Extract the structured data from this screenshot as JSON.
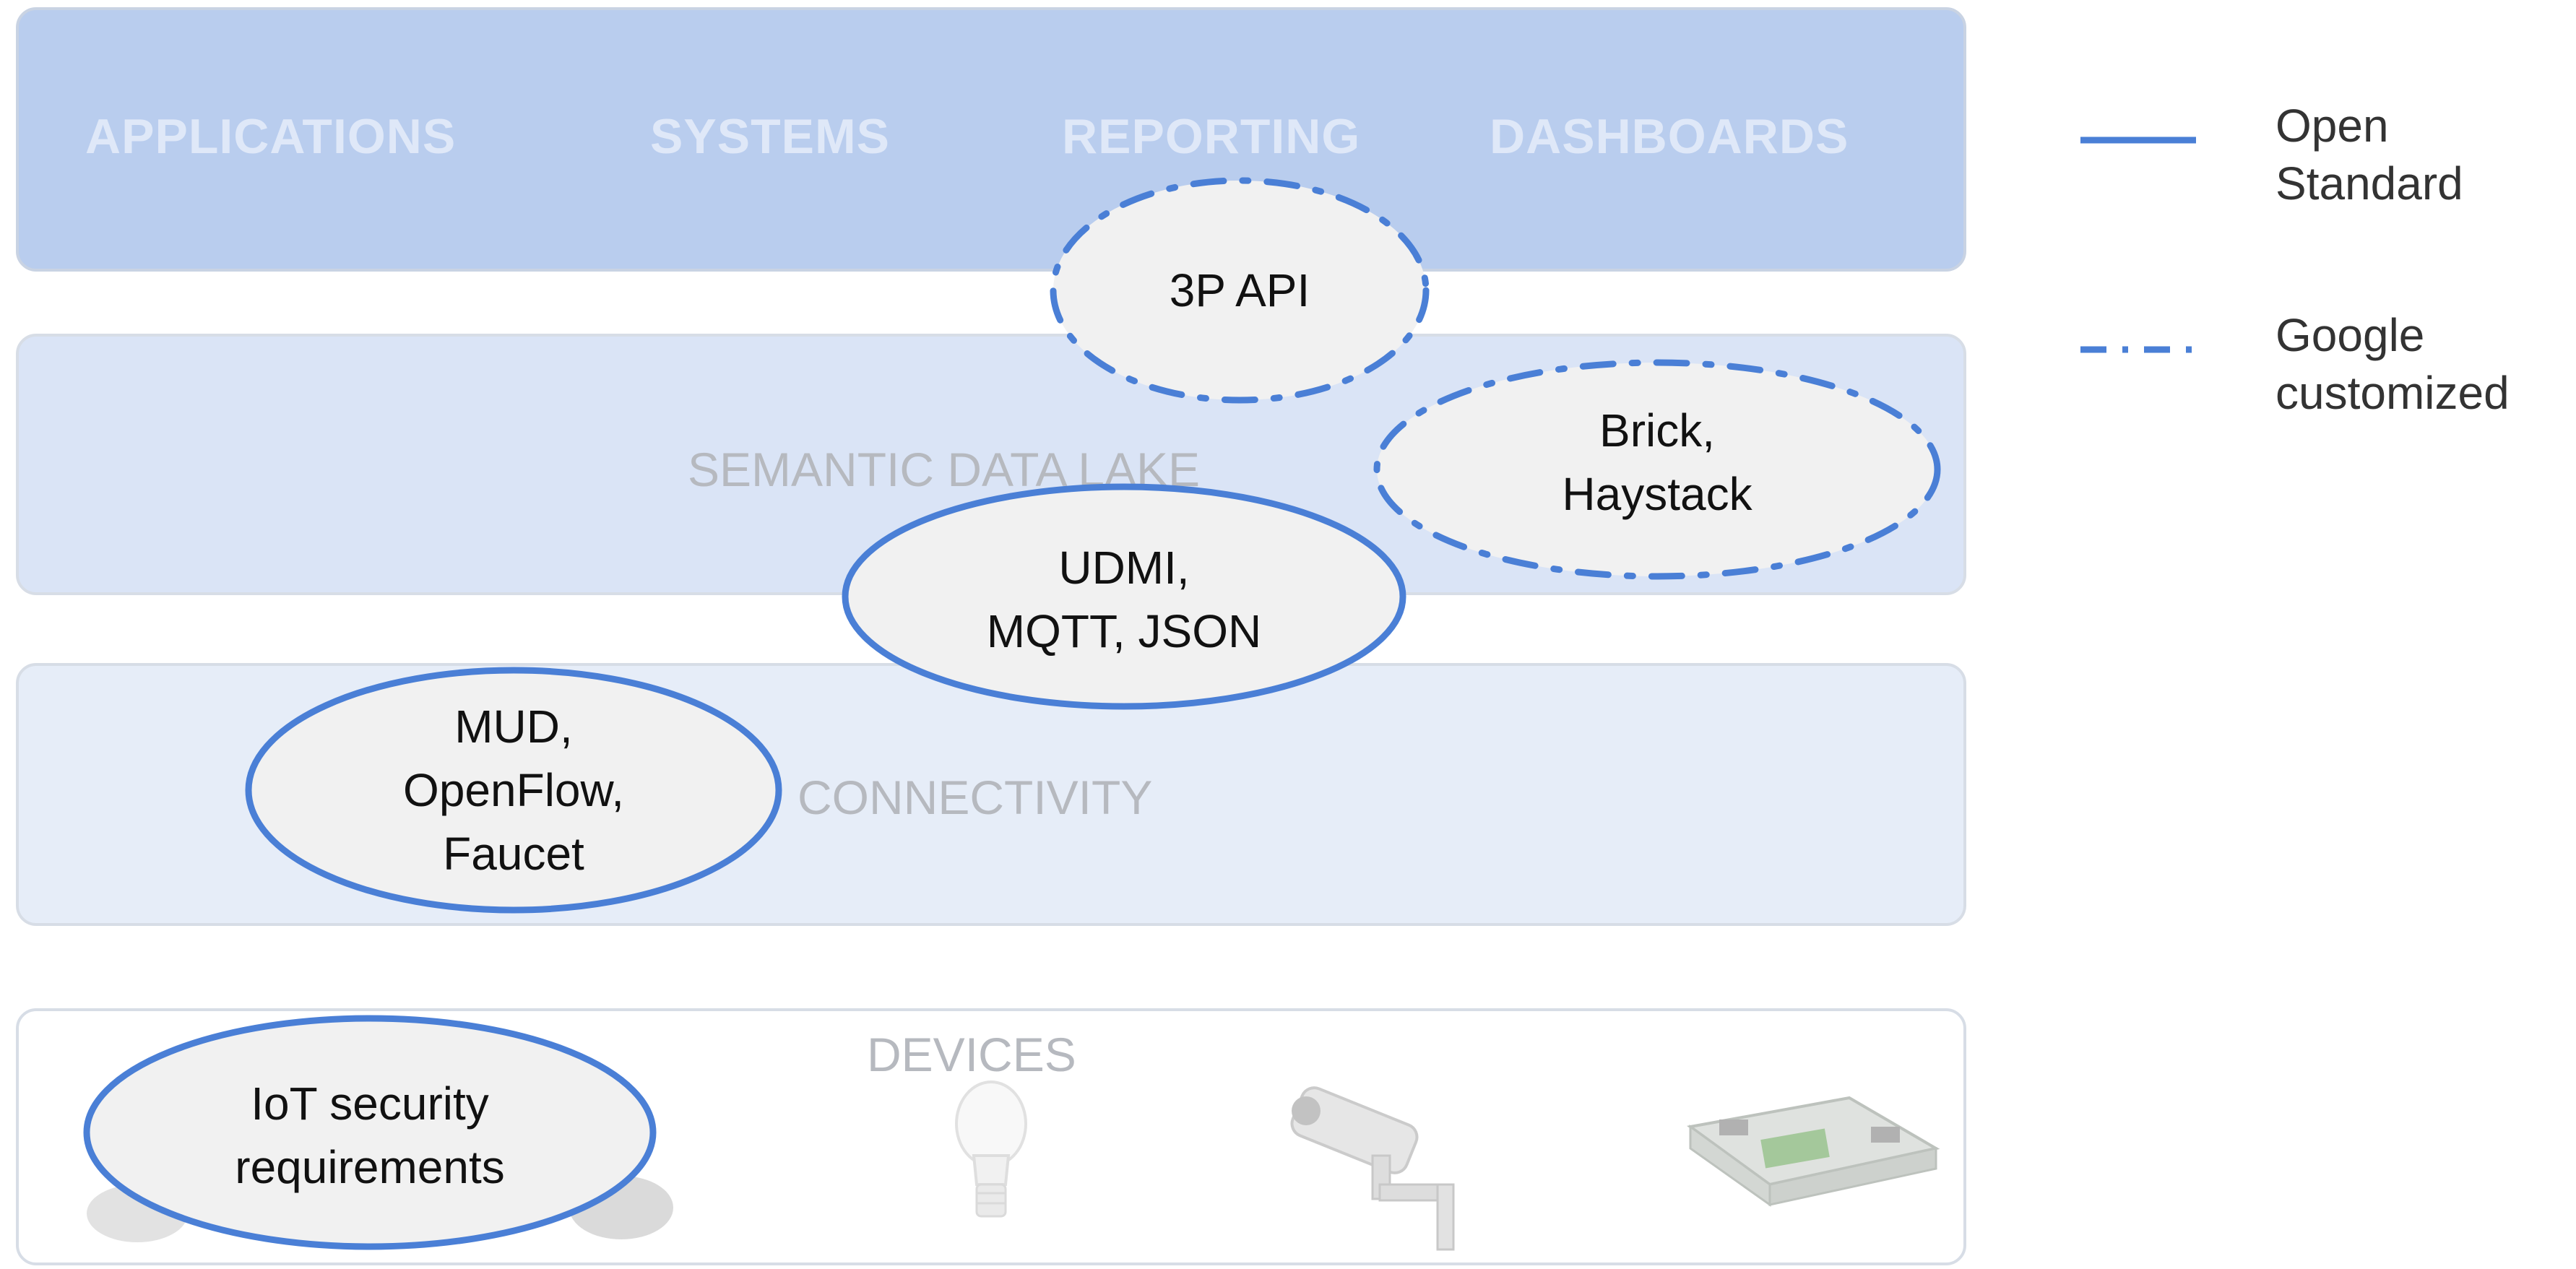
{
  "layers": {
    "applications_band": {
      "labels": [
        "APPLICATIONS",
        "SYSTEMS",
        "REPORTING",
        "DASHBOARDS"
      ]
    },
    "semantic_data_lake": {
      "label": "SEMANTIC DATA LAKE"
    },
    "connectivity": {
      "label": "CONNECTIVITY"
    },
    "devices": {
      "label": "DEVICES"
    }
  },
  "standards": {
    "api": {
      "lines": [
        "3P API"
      ],
      "style": "Google customized"
    },
    "brick": {
      "lines": [
        "Brick,",
        "Haystack"
      ],
      "style": "Google customized"
    },
    "udmi": {
      "lines": [
        "UDMI,",
        "MQTT, JSON"
      ],
      "style": "Open Standard"
    },
    "mud": {
      "lines": [
        "MUD,",
        "OpenFlow,",
        "Faucet"
      ],
      "style": "Open Standard"
    },
    "iot": {
      "lines": [
        "IoT security",
        "requirements"
      ],
      "style": "Open Standard"
    }
  },
  "legend": {
    "open_standard": {
      "lines": [
        "Open",
        "Standard"
      ]
    },
    "google_customized": {
      "lines": [
        "Google",
        "customized"
      ]
    }
  },
  "colors": {
    "accent_blue": "#4a7fd6",
    "apps_band": "#b9cdee",
    "lake_band": "#dae4f6",
    "connectivity_band": "#e6edf8",
    "ellipse_fill": "#f1f1f1"
  },
  "device_icons": [
    "light-bulb-icon",
    "security-camera-icon",
    "circuit-board-icon"
  ]
}
